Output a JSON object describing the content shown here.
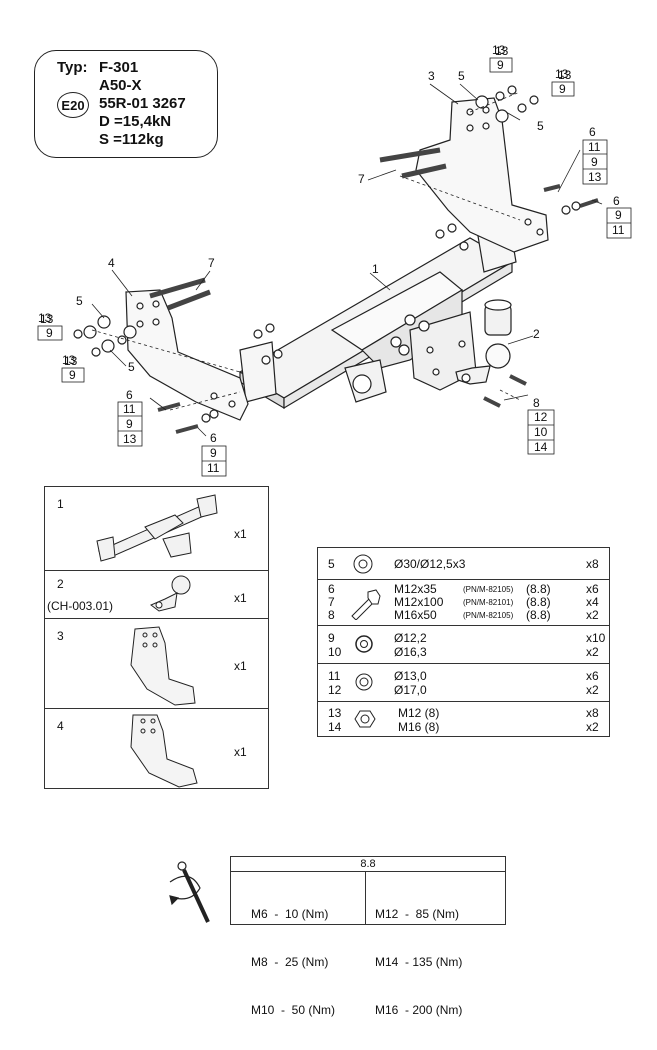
{
  "type_info": {
    "typ_label": "Typ:",
    "typ_value": "F-301",
    "model": "A50-X",
    "approval_mark": "E20",
    "approval_number": "55R-01 3267",
    "d_value": "D =15,4kN",
    "s_value": "S =112kg"
  },
  "callouts": {
    "c1": "1",
    "c2": "2",
    "c3": "3",
    "c4": "4",
    "c5a": "5",
    "c5b": "5",
    "c5c": "5",
    "c5d": "5",
    "c6a": "6",
    "c6b": "6",
    "c6c": "6",
    "c6d": "6",
    "c7a": "7",
    "c7b": "7",
    "c8": "8",
    "c13a": "13",
    "c13b": "13",
    "c13c": "13",
    "c13d": "13",
    "box_top_13_9": [
      "13",
      "9"
    ],
    "box_right_13_9": [
      "13",
      "9"
    ],
    "box_right_6_stack": [
      "11",
      "9",
      "13"
    ],
    "box_far_right": [
      "9",
      "11"
    ],
    "box_left_13_9": [
      "13",
      "9"
    ],
    "box_left2_13_9": [
      "13",
      "9"
    ],
    "box_left_stack": [
      "11",
      "9",
      "13"
    ],
    "box_bottom_mid": [
      "9",
      "11"
    ],
    "box_bottom_right": [
      "12",
      "10",
      "14"
    ]
  },
  "parts": [
    {
      "num": "1",
      "qty": "x1",
      "code": ""
    },
    {
      "num": "2",
      "qty": "x1",
      "code": "(CH-003.01)"
    },
    {
      "num": "3",
      "qty": "x1",
      "code": ""
    },
    {
      "num": "4",
      "qty": "x1",
      "code": ""
    }
  ],
  "hardware": [
    {
      "nums": "5",
      "spec": "Ø30/Ø12,5x3",
      "qty": "x8",
      "icon": "washer-icon"
    },
    {
      "nums": "6\n7\n8",
      "spec": [
        "M12x35",
        "M12x100",
        "M16x50"
      ],
      "pn": [
        "(PN/M-82105)",
        "(PN/M-82101)",
        "(PN/M-82105)"
      ],
      "grade": [
        "(8.8)",
        "(8.8)",
        "(8.8)"
      ],
      "qty": "x6\nx4\nx2",
      "icon": "bolt-icon"
    },
    {
      "nums": "9\n10",
      "spec": [
        "Ø12,2",
        "Ø16,3"
      ],
      "qty": "x10\nx2",
      "icon": "spring-washer-icon"
    },
    {
      "nums": "11\n12",
      "spec": [
        "Ø13,0",
        "Ø17,0"
      ],
      "qty": "x6\nx2",
      "icon": "flat-washer-icon"
    },
    {
      "nums": "13\n14",
      "spec": [
        "M12 (8)",
        "M16 (8)"
      ],
      "qty": "x8\nx2",
      "icon": "nut-icon"
    }
  ],
  "torque": {
    "grade": "8.8",
    "left": [
      "M6  -  10 (Nm)",
      "M8  -  25 (Nm)",
      "M10  -  50 (Nm)"
    ],
    "right": [
      "M12  -  85 (Nm)",
      "M14  - 135 (Nm)",
      "M16  - 200 (Nm)"
    ]
  }
}
